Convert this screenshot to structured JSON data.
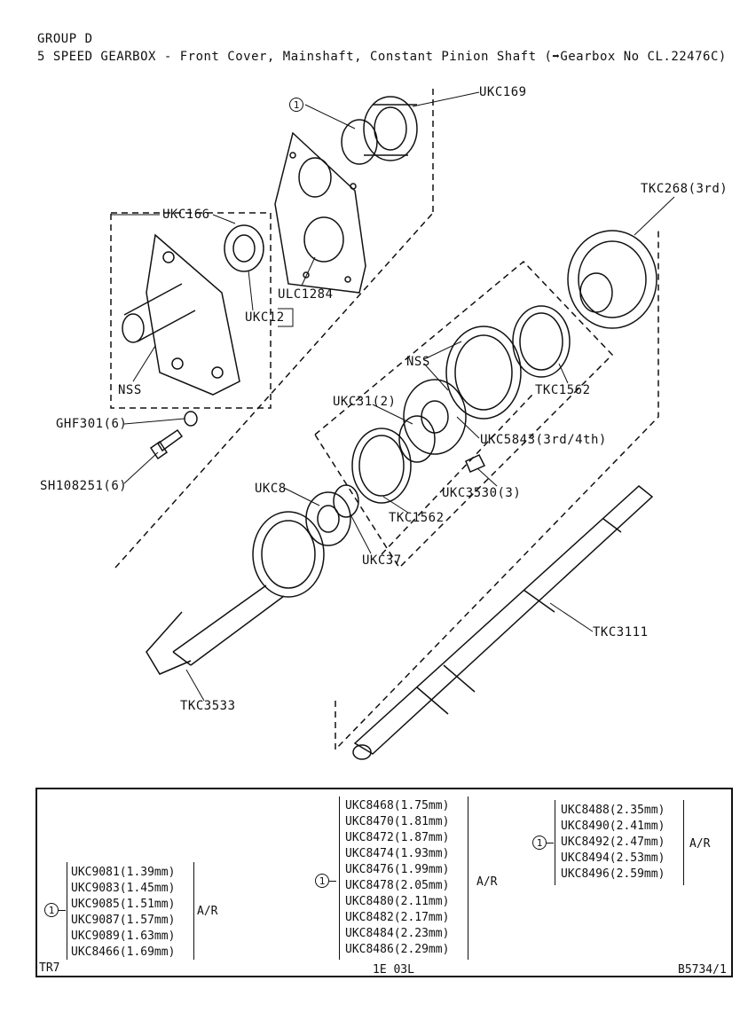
{
  "header": {
    "line1": "GROUP D",
    "line2_pre": "5 SPEED GEARBOX - Front Cover, Mainshaft, Constant Pinion Shaft (",
    "line2_post": "Gearbox No CL.22476C)"
  },
  "callouts": {
    "c1": "1",
    "ukc169": "UKC169",
    "tkc268": "TKC268(3rd)",
    "ukc166": "UKC166",
    "ulc1284": "ULC1284",
    "ukc12": "UKC12",
    "nss_cover": "NSS",
    "nss_sync": "NSS",
    "tkc1562_top": "TKC1562",
    "ukc31": "UKC31(2)",
    "ukc5843": "UKC5843(3rd/4th)",
    "ghf301": "GHF301(6)",
    "sh108251": "SH108251(6)",
    "ukc8": "UKC8",
    "ukc3530": "UKC3530(3)",
    "tkc1562_bottom": "TKC1562",
    "ukc37": "UKC37",
    "tkc3111": "TKC3111",
    "tkc3533": "TKC3533"
  },
  "table": {
    "group1": {
      "marker": "1",
      "items": [
        "UKC9081(1.39mm)",
        "UKC9083(1.45mm)",
        "UKC9085(1.51mm)",
        "UKC9087(1.57mm)",
        "UKC9089(1.63mm)",
        "UKC8466(1.69mm)"
      ],
      "qty": "A/R"
    },
    "group2": {
      "marker": "1",
      "items": [
        "UKC8468(1.75mm)",
        "UKC8470(1.81mm)",
        "UKC8472(1.87mm)",
        "UKC8474(1.93mm)",
        "UKC8476(1.99mm)",
        "UKC8478(2.05mm)",
        "UKC8480(2.11mm)",
        "UKC8482(2.17mm)",
        "UKC8484(2.23mm)",
        "UKC8486(2.29mm)"
      ],
      "qty": "A/R"
    },
    "group3": {
      "marker": "1",
      "items": [
        "UKC8488(2.35mm)",
        "UKC8490(2.41mm)",
        "UKC8492(2.47mm)",
        "UKC8494(2.53mm)",
        "UKC8496(2.59mm)"
      ],
      "qty": "A/R"
    },
    "footer_left": "TR7",
    "footer_center": "1E 03L",
    "footer_right": "B5734/1"
  }
}
